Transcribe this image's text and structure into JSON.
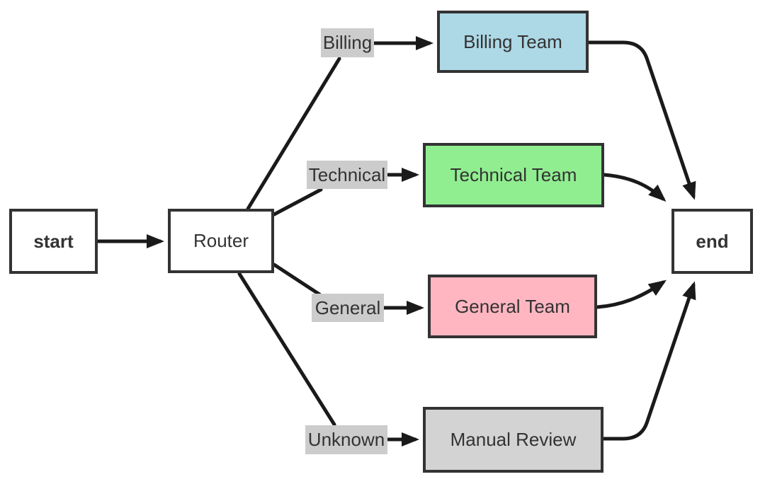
{
  "diagram": {
    "type": "flowchart",
    "direction": "left-to-right",
    "nodes": [
      {
        "id": "start",
        "label": "start",
        "fill": "#ffffff",
        "shape": "rect",
        "bold": true
      },
      {
        "id": "router",
        "label": "Router",
        "fill": "#ffffff",
        "shape": "rect",
        "bold": false
      },
      {
        "id": "billing_team",
        "label": "Billing Team",
        "fill": "#add8e6",
        "shape": "rect",
        "bold": false
      },
      {
        "id": "technical_team",
        "label": "Technical Team",
        "fill": "#90ee90",
        "shape": "rect",
        "bold": false
      },
      {
        "id": "general_team",
        "label": "General Team",
        "fill": "#ffb6c1",
        "shape": "rect",
        "bold": false
      },
      {
        "id": "manual_review",
        "label": "Manual Review",
        "fill": "#d3d3d3",
        "shape": "rect",
        "bold": false
      },
      {
        "id": "end",
        "label": "end",
        "fill": "#ffffff",
        "shape": "rect",
        "bold": true
      }
    ],
    "edges": [
      {
        "from": "start",
        "to": "router",
        "label": ""
      },
      {
        "from": "router",
        "to": "billing_team",
        "label": "Billing"
      },
      {
        "from": "router",
        "to": "technical_team",
        "label": "Technical"
      },
      {
        "from": "router",
        "to": "general_team",
        "label": "General"
      },
      {
        "from": "router",
        "to": "manual_review",
        "label": "Unknown"
      },
      {
        "from": "billing_team",
        "to": "end",
        "label": ""
      },
      {
        "from": "technical_team",
        "to": "end",
        "label": ""
      },
      {
        "from": "general_team",
        "to": "end",
        "label": ""
      },
      {
        "from": "manual_review",
        "to": "end",
        "label": ""
      }
    ],
    "colors": {
      "background": "#ffffff",
      "node_border": "#333333",
      "node_text": "#333333",
      "edge_stroke": "#1a1a1a",
      "edge_label_bg": "#cccccc",
      "terminal_fill": "#ffffff",
      "billing_team_fill": "#add8e6",
      "technical_team_fill": "#90ee90",
      "general_team_fill": "#ffb6c1",
      "manual_review_fill": "#d3d3d3"
    }
  }
}
